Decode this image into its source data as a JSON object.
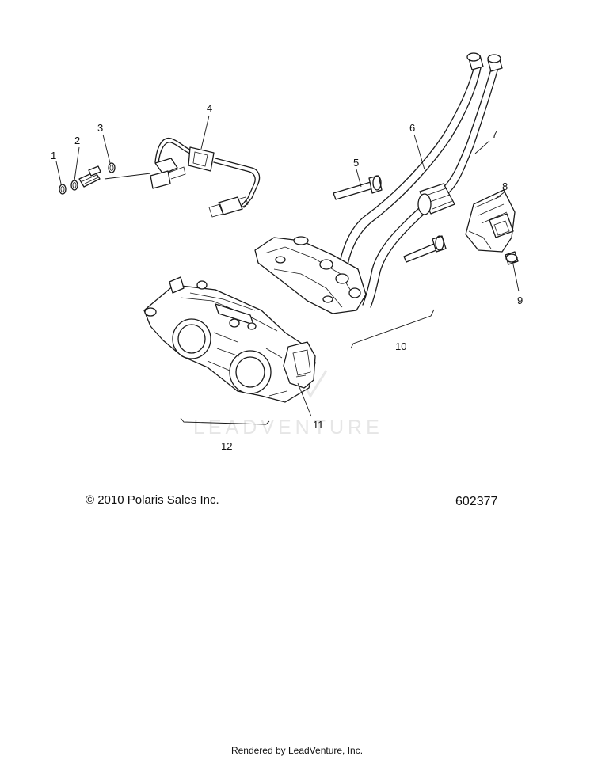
{
  "callouts": {
    "c1": "1",
    "c2": "2",
    "c3": "3",
    "c4": "4",
    "c5": "5",
    "c6": "6",
    "c7": "7",
    "c8": "8",
    "c9": "9",
    "c10": "10",
    "c11": "11",
    "c12": "12"
  },
  "watermark": "LEADVENTURE",
  "copyright": "© 2010 Polaris Sales Inc.",
  "figure_number": "602377",
  "footer": "Rendered by LeadVenture, Inc."
}
